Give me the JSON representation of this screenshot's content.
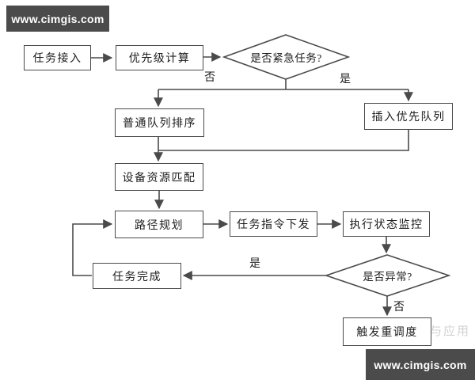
{
  "page": {
    "background": "#ffffff",
    "line_color": "#4a4a4a",
    "node_fill": "#ffffff",
    "text_color": "#1d1d1d"
  },
  "badges": {
    "background": "#4b4b4b",
    "text_color": "#ffffff",
    "top_left": "www.cimgis.com",
    "bottom_right": "www.cimgis.com"
  },
  "flowchart": {
    "nodes": {
      "task_access": "任务接入",
      "priority_calc": "优先级计算",
      "urgent_decision": "是否紧急任务?",
      "normal_queue": "普通队列排序",
      "priority_queue": "插入优先队列",
      "resource_match": "设备资源匹配",
      "path_plan": "路径规划",
      "task_dispatch": "任务指令下发",
      "exec_monitor": "执行状态监控",
      "anomaly_decision": "是否异常?",
      "task_complete": "任务完成",
      "trigger_resched": "触发重调度"
    },
    "edge_labels": {
      "urgent_no": "否",
      "urgent_yes": "是",
      "anomaly_yes": "是",
      "anomaly_no": "否"
    },
    "watermark_fragment": "与应用"
  }
}
